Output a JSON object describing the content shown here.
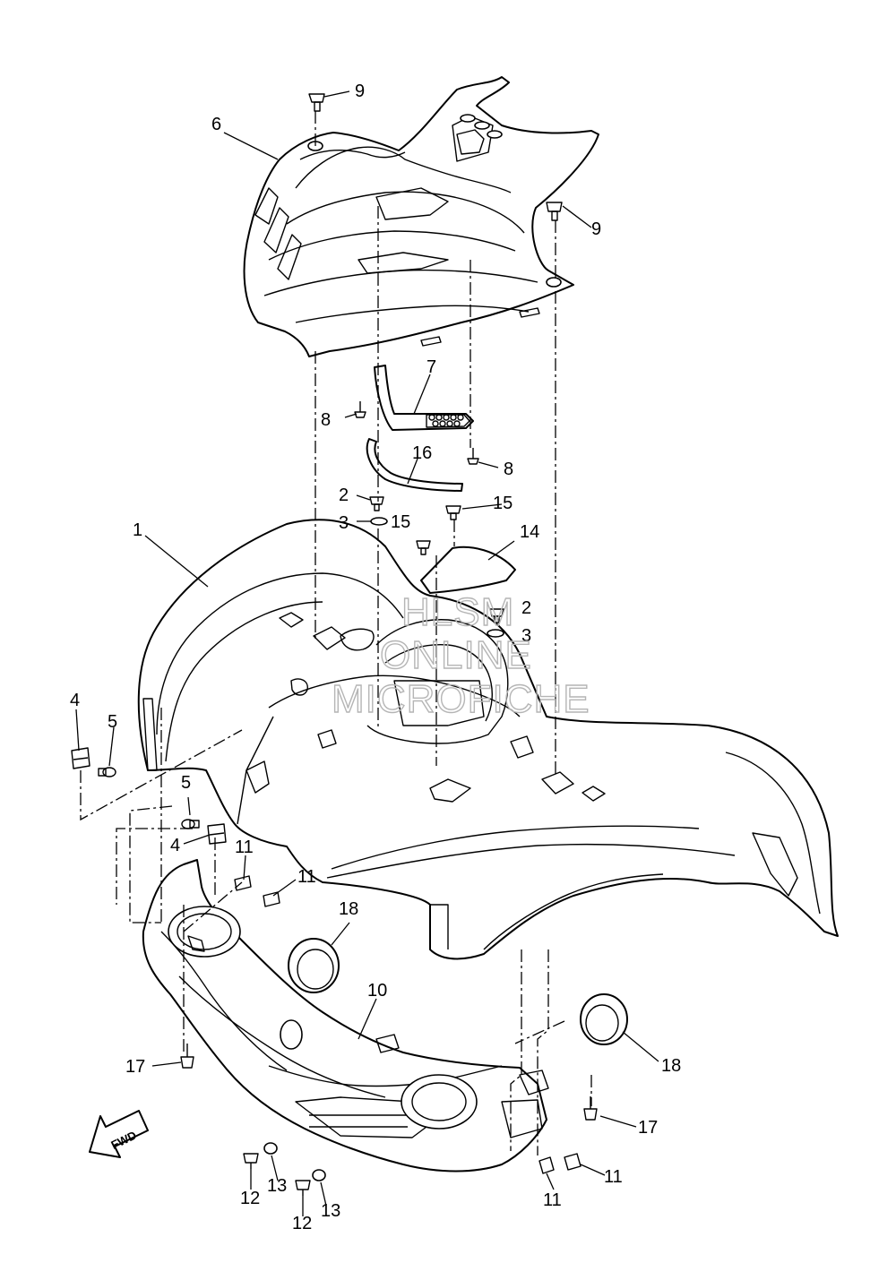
{
  "callouts": {
    "c1": "1",
    "c2a": "2",
    "c2b": "2",
    "c3a": "3",
    "c3b": "3",
    "c4a": "4",
    "c4b": "4",
    "c5a": "5",
    "c5b": "5",
    "c6": "6",
    "c7": "7",
    "c8a": "8",
    "c8b": "8",
    "c9a": "9",
    "c9b": "9",
    "c10": "10",
    "c11a": "11",
    "c11b": "11",
    "c11c": "11",
    "c11d": "11",
    "c12a": "12",
    "c12b": "12",
    "c13a": "13",
    "c13b": "13",
    "c14": "14",
    "c15a": "15",
    "c15b": "15",
    "c16": "16",
    "c17a": "17",
    "c17b": "17",
    "c18a": "18",
    "c18b": "18"
  },
  "direction_marker": "FWD",
  "watermark": {
    "line1": "HLSM",
    "line2": "ONLINE",
    "line3": "MICROFICHE"
  }
}
